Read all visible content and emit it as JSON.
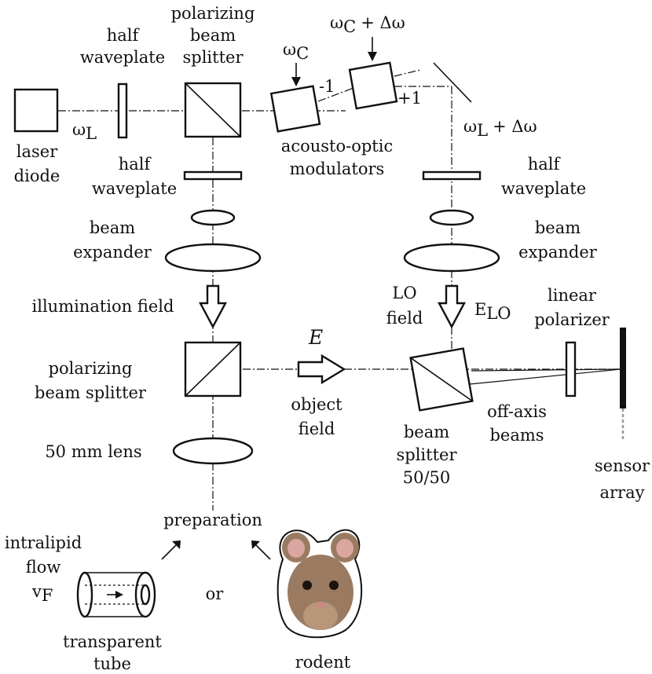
{
  "labels": {
    "polarizing_beam_splitter_top": [
      "polarizing",
      "beam",
      "splitter"
    ],
    "half_waveplate_1": [
      "half",
      "waveplate"
    ],
    "laser_diode": [
      "laser",
      "diode"
    ],
    "omega_l": "ω",
    "omega_l_sub": "L",
    "omega_c": "ω",
    "omega_c_sub": "C",
    "omega_c_plus": "ω",
    "omega_c_plus_sub": "C",
    "plus_delta_omega": "+ Δω",
    "aom_minus1": "-1",
    "aom_plus1": "+1",
    "acousto_optic": [
      "acousto-optic",
      "modulators"
    ],
    "half_waveplate_2": [
      "half",
      "waveplate"
    ],
    "half_waveplate_3": [
      "half",
      "waveplate"
    ],
    "omega_l_plus": "ω",
    "omega_l_plus_sub": "L",
    "omega_l_plus_rest": "+ Δω",
    "beam_expander_left": [
      "beam",
      "expander"
    ],
    "beam_expander_right": [
      "beam",
      "expander"
    ],
    "illumination_field": "illumination field",
    "lo_field": [
      "LO",
      "field"
    ],
    "e_lo": "E",
    "e_lo_sub": "LO",
    "linear_polarizer": [
      "linear",
      "polarizer"
    ],
    "e_field": "E",
    "polarizing_beam_splitter_mid": [
      "polarizing",
      "beam splitter"
    ],
    "object_field": [
      "object",
      "field"
    ],
    "off_axis_beams": [
      "off-axis",
      "beams"
    ],
    "beam_splitter_5050": [
      "beam",
      "splitter",
      "50/50"
    ],
    "sensor_array": [
      "sensor",
      "array"
    ],
    "lens_50mm": "50 mm lens",
    "preparation": "preparation",
    "intralipid_flow": [
      "intralipid",
      "flow"
    ],
    "v_f": "v",
    "v_f_sub": "F",
    "or": "or",
    "transparent_tube": [
      "transparent",
      "tube"
    ],
    "rodent": "rodent"
  },
  "colors": {
    "ink": "#111111",
    "sensor_dashed": "#999999",
    "mouse_fur": "#9a7b62",
    "mouse_ear_inner": "#d9a6a0"
  }
}
